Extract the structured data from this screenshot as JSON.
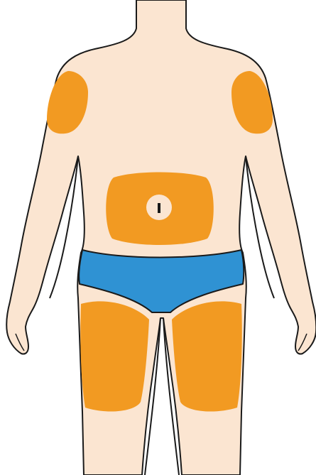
{
  "colors": {
    "background": "#ffffff",
    "skin": "#fbe5d1",
    "outline": "#1a1a1a",
    "injection_site": "#f29a22",
    "underwear": "#2f92d3",
    "navel_ring": "#fbe5d1"
  },
  "regions": [
    {
      "id": "upper-arm-right",
      "kind": "injection-site"
    },
    {
      "id": "upper-arm-left",
      "kind": "injection-site"
    },
    {
      "id": "abdomen",
      "kind": "injection-site"
    },
    {
      "id": "thigh-right",
      "kind": "injection-site"
    },
    {
      "id": "thigh-left",
      "kind": "injection-site"
    },
    {
      "id": "underwear",
      "kind": "clothing"
    }
  ]
}
